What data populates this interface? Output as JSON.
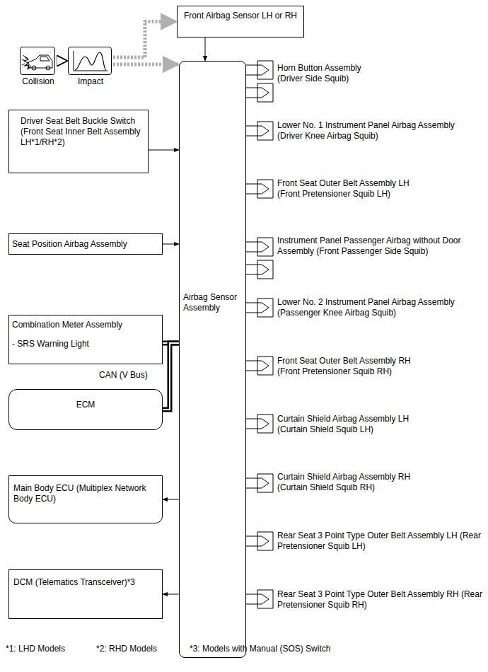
{
  "diagram": {
    "nodes": [
      {
        "text": [
          "Front Airbag Sensor LH or RH"
        ]
      },
      {
        "text": [
          "Collision"
        ]
      },
      {
        "text": [
          "Impact"
        ]
      },
      {
        "text": [
          "Driver Seat Belt Buckle Switch (Front Seat Inner Belt Assembly LH*1/RH*2)"
        ]
      },
      {
        "text": [
          "Seat Position Airbag Assembly"
        ]
      },
      {
        "text": [
          "Combination Meter Assembly",
          "- SRS Warning Light"
        ]
      },
      {
        "text": [
          "ECM"
        ]
      },
      {
        "text": [
          "Main Body ECU (Multiplex Network Body ECU)"
        ]
      },
      {
        "text": [
          "DCM (Telematics Transceiver)*3"
        ]
      },
      {
        "text": [
          "Airbag Sensor Assembly"
        ]
      }
    ],
    "edges": [
      {
        "from": 1,
        "to": 2,
        "arrow": "to"
      },
      {
        "from": 2,
        "to": 0,
        "arrow": "to"
      },
      {
        "from": 2,
        "to": 9,
        "arrow": "to"
      },
      {
        "from": 0,
        "to": 9,
        "arrow": "to"
      },
      {
        "from": 3,
        "to": 9,
        "arrow": "to"
      },
      {
        "from": 4,
        "to": 9,
        "arrow": "to"
      },
      {
        "from": 9,
        "to": 7,
        "arrow": "to"
      },
      {
        "from": 9,
        "to": 8,
        "arrow": "to"
      },
      {
        "from": 5,
        "to": 9,
        "arrow": "none"
      },
      {
        "from": 6,
        "to": 9,
        "arrow": "none"
      }
    ],
    "labels": [
      "Horn Button Assembly (Driver Side Squib)",
      "Lower No. 1 Instrument Panel Airbag Assembly (Driver Knee Airbag Squib)",
      "Front Seat Outer Belt Assembly LH (Front Pretensioner Squib LH)",
      "Instrument Panel Passenger Airbag without Door Assembly (Front Passenger Side Squib)",
      "Lower No. 2 Instrument Panel Airbag Assembly (Passenger Knee Airbag Squib)",
      "Front Seat Outer Belt Assembly RH (Front Pretensioner Squib RH)",
      "Curtain Shield Airbag Assembly LH (Curtain Shield Squib LH)",
      "Curtain Shield Airbag Assembly RH (Curtain Shield Squib RH)",
      "Rear Seat 3 Point Type Outer Belt Assembly LH (Rear Pretensioner Squib LH)",
      "Rear Seat 3 Point Type Outer Belt Assembly RH (Rear Pretensioner Squib RH)",
      "CAN (V Bus)",
      "*1: LHD Models",
      "*2: RHD Models",
      "*3: Models with Manual (SOS) Switch"
    ]
  }
}
